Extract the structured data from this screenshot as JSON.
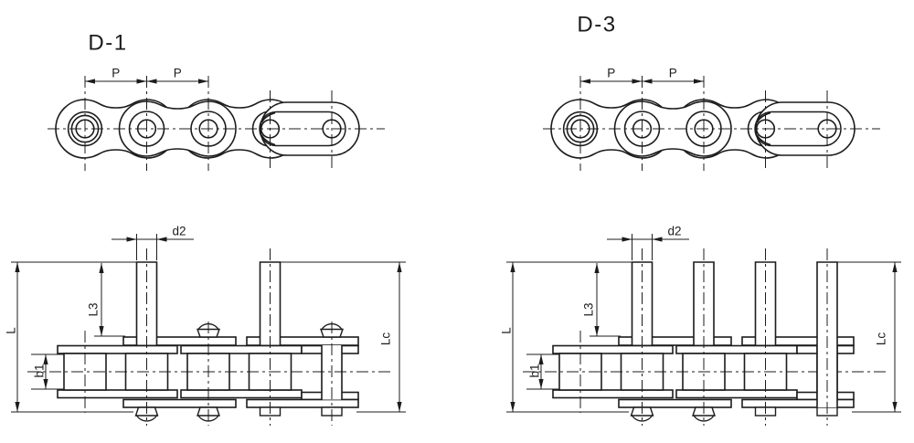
{
  "page": {
    "background": "#ffffff"
  },
  "drawing": {
    "line_color": "#1c1c1c",
    "panels": [
      {
        "title": "D-1",
        "side_view": {
          "pitch_labels": [
            "P",
            "P"
          ]
        },
        "end_view": {
          "pin_diameter_label": "d2",
          "pin_extension_label": "L3",
          "pin_overall_label": "L",
          "inner_width_label": "b1",
          "connecting_link_label": "Lc",
          "extended_pins": 2
        }
      },
      {
        "title": "D-3",
        "side_view": {
          "pitch_labels": [
            "P",
            "P"
          ]
        },
        "end_view": {
          "pin_diameter_label": "d2",
          "pin_extension_label": "L3",
          "pin_overall_label": "L",
          "inner_width_label": "b1",
          "connecting_link_label": "Lc",
          "extended_pins": 4
        }
      }
    ]
  }
}
